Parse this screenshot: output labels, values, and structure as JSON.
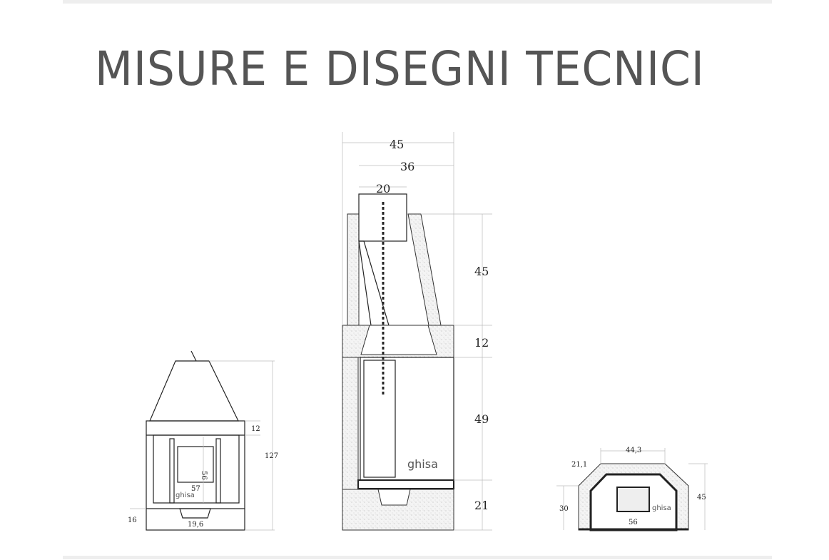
{
  "page": {
    "title": "MISURE E DISEGNI TECNICI"
  },
  "front_view": {
    "labels": {
      "height_total": "127",
      "lintel": "12",
      "opening_height": "56",
      "opening_width": "57",
      "base": "16",
      "ash_width": "19,6"
    },
    "brand": "ghisa"
  },
  "side_view": {
    "labels": {
      "depth_total": "45",
      "depth_inner": "36",
      "flue": "20",
      "hood_height": "45",
      "lintel": "12",
      "opening_height": "49",
      "base": "21"
    },
    "brand": "ghisa"
  },
  "plan_view": {
    "labels": {
      "back_width": "44,3",
      "diagonal": "21,1",
      "side_depth": "30",
      "total_depth": "45",
      "front_width": "56"
    },
    "brand": "ghisa"
  }
}
